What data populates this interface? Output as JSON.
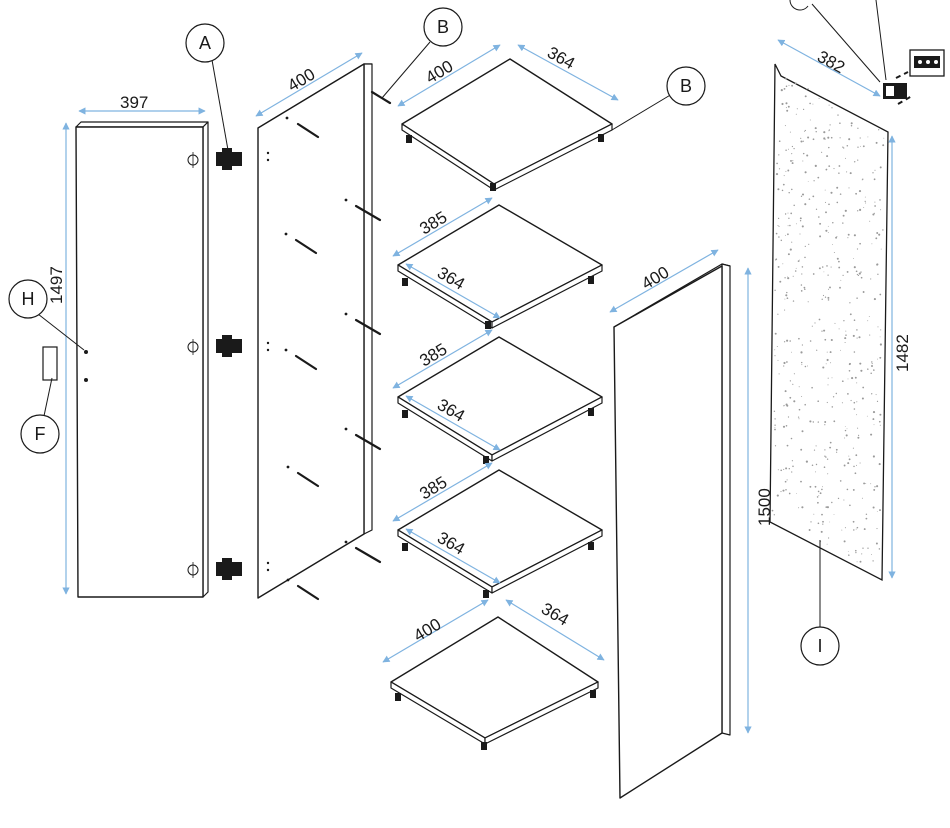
{
  "diagram": {
    "dimensions": {
      "door_width": "397",
      "door_height": "1497",
      "side_panel_depth": "400",
      "shelf_top_depth": "400",
      "shelf_top_width": "364",
      "shelf_2_depth": "385",
      "shelf_2_width": "364",
      "shelf_3_depth": "385",
      "shelf_3_width": "364",
      "shelf_4_depth": "385",
      "shelf_4_width": "364",
      "shelf_bottom_depth": "400",
      "shelf_bottom_width": "364",
      "right_panel_depth": "400",
      "right_panel_height": "1500",
      "back_panel_width": "382",
      "back_panel_height": "1482"
    },
    "callouts": {
      "hinge": "A",
      "dowel_left": "B",
      "dowel_right": "B",
      "hole": "H",
      "handle": "F",
      "back_panel": "I"
    },
    "colors": {
      "dimension_line": "#7fb3e0",
      "outline": "#1a1a1a"
    }
  }
}
